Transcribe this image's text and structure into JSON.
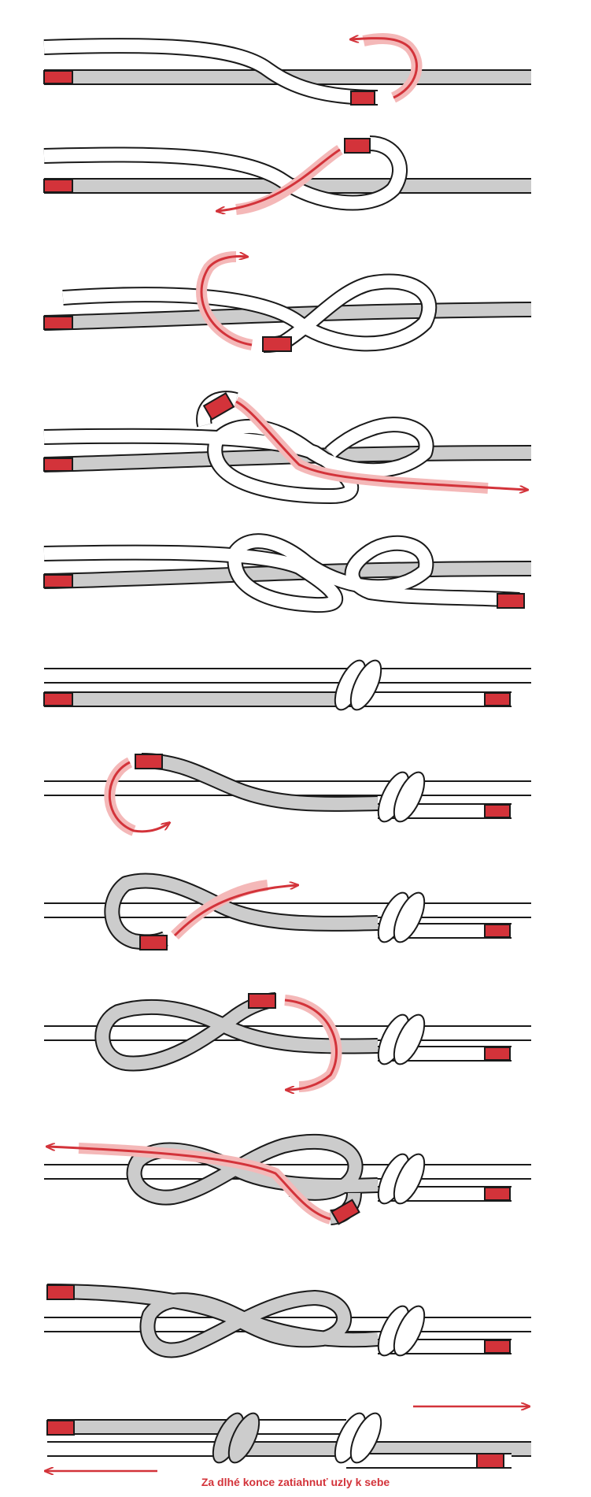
{
  "figure": {
    "caption": "Za dlhé konce zatiahnuť uzly k sebe",
    "colors": {
      "rope_white": "#ffffff",
      "rope_grey": "#cccccc",
      "rope_outline": "#1a1a1a",
      "rope_end_tape": "#d3333a",
      "path_guide": "#d3333a",
      "path_ghost": "#f4b8b8"
    },
    "steps": [
      {
        "step": 1,
        "action": "white-end-wrap"
      },
      {
        "step": 2,
        "action": "white-end-cross"
      },
      {
        "step": 3,
        "action": "white-loop-form"
      },
      {
        "step": 4,
        "action": "white-end-thread"
      },
      {
        "step": 5,
        "action": "white-knot-loose"
      },
      {
        "step": 6,
        "action": "white-knot-tight"
      },
      {
        "step": 7,
        "action": "grey-end-wrap"
      },
      {
        "step": 8,
        "action": "grey-end-cross"
      },
      {
        "step": 9,
        "action": "grey-loop-form"
      },
      {
        "step": 10,
        "action": "grey-end-thread"
      },
      {
        "step": 11,
        "action": "grey-knot-loose"
      },
      {
        "step": 12,
        "action": "knots-pulled-together"
      }
    ]
  }
}
